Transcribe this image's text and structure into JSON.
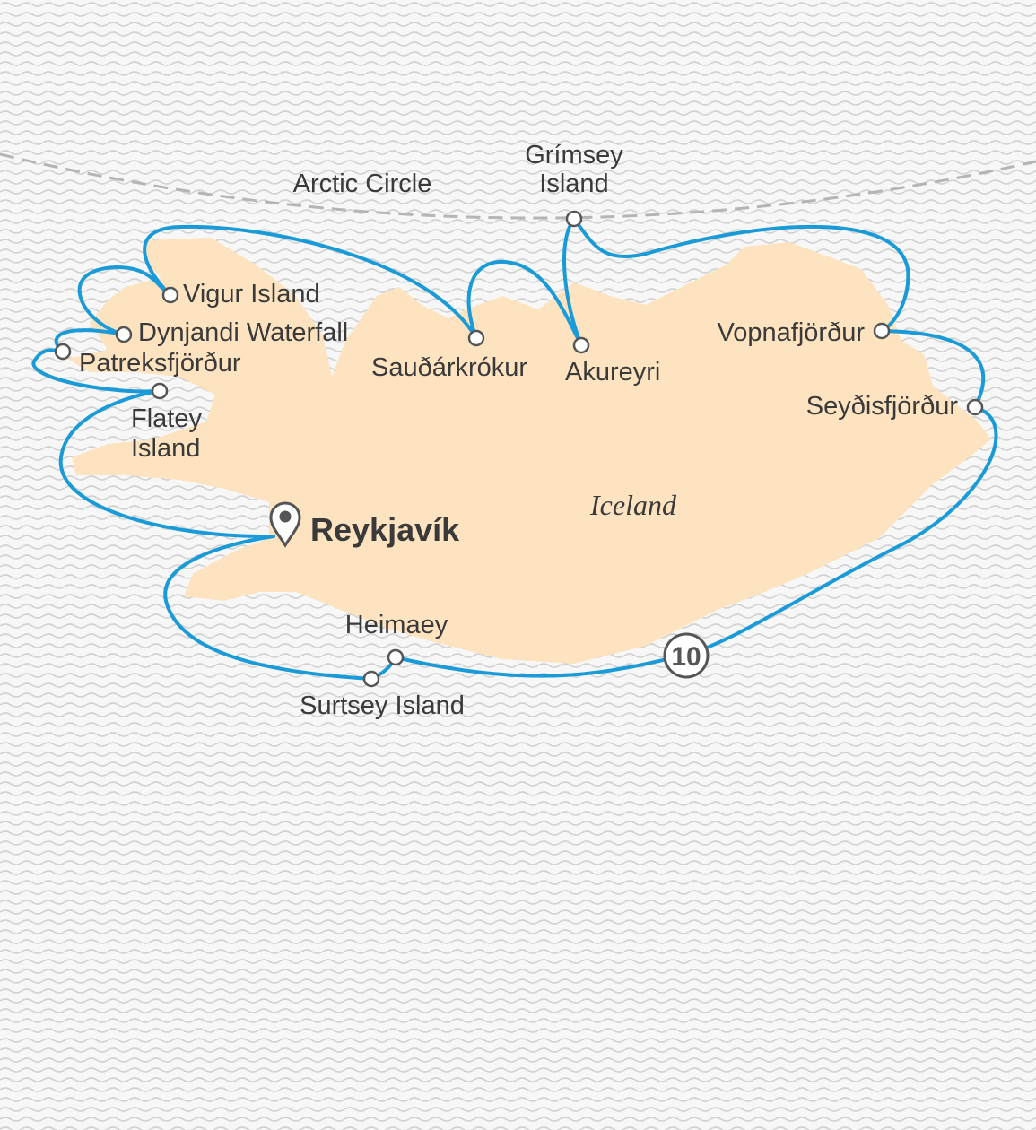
{
  "map": {
    "country": "Iceland",
    "arctic_circle": "Arctic Circle",
    "start": "Reykjavík",
    "stops": [
      {
        "name": "Vigur Island"
      },
      {
        "name": "Dynjandi Waterfall"
      },
      {
        "name": "Patreksfjörður"
      },
      {
        "name": "Flatey",
        "name2": "Island"
      },
      {
        "name": "Sauðárkrókur"
      },
      {
        "name": "Grímsey",
        "name2": "Island"
      },
      {
        "name": "Akureyri"
      },
      {
        "name": "Vopnafjörður"
      },
      {
        "name": "Seyðisfjörður"
      },
      {
        "name": "Heimaey"
      },
      {
        "name": "Surtsey Island"
      }
    ],
    "days_badge": "10",
    "colors": {
      "land": "#fde3bf",
      "route": "#1a9bd7",
      "sea_wave": "#cfcfcf",
      "text": "#3a3a3a"
    }
  }
}
